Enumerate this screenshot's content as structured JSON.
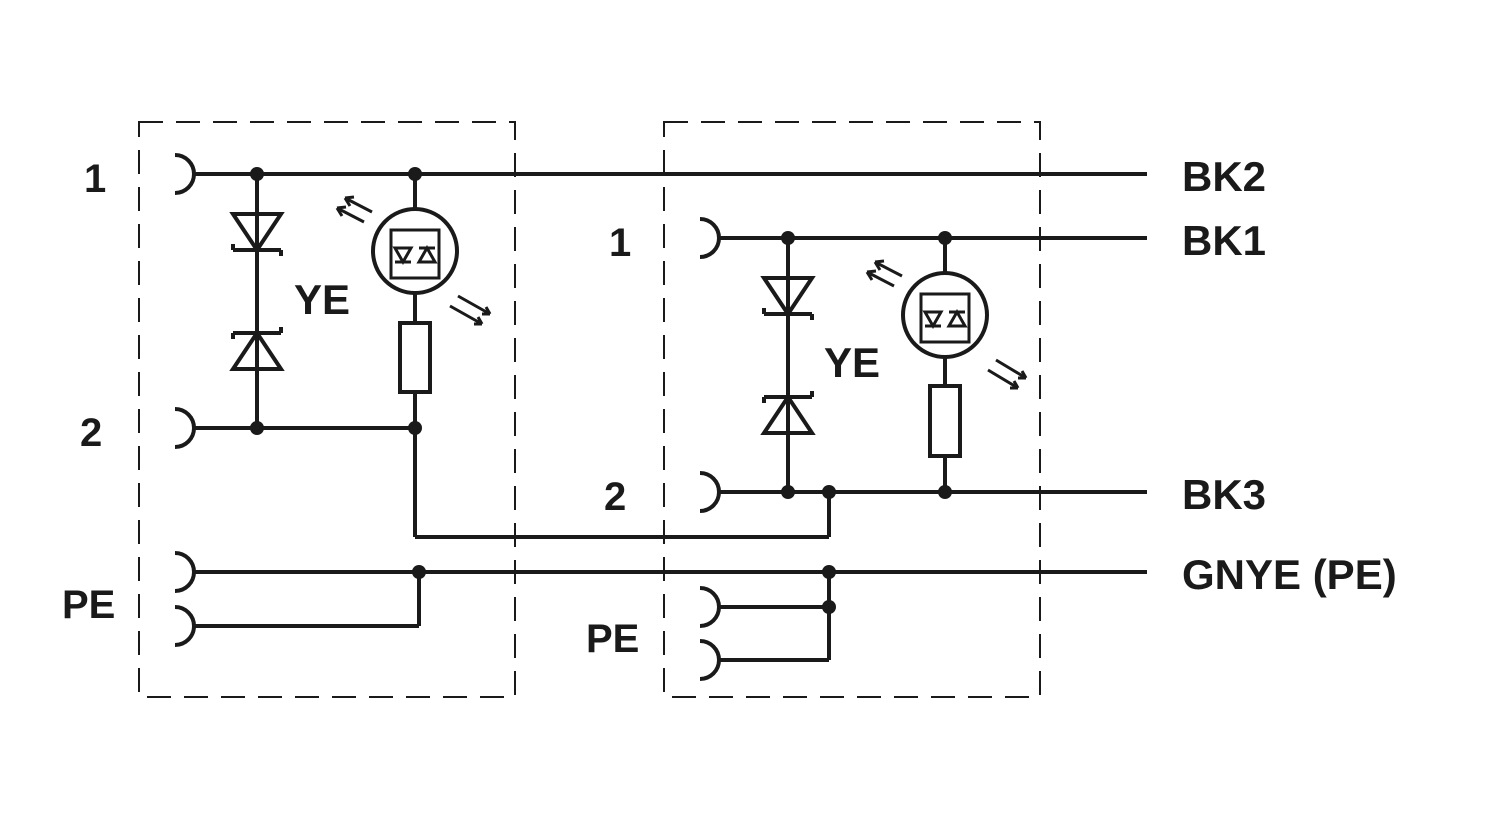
{
  "colors": {
    "ink": "#1a1a1a",
    "background": "#ffffff"
  },
  "left_module": {
    "pin1": "1",
    "pin2": "2",
    "pe": "PE",
    "led_color": "YE"
  },
  "right_module": {
    "pin1": "1",
    "pin2": "2",
    "pe": "PE",
    "led_color": "YE"
  },
  "wires": {
    "bk2": "BK2",
    "bk1": "BK1",
    "bk3": "BK3",
    "gnye": "GNYE (PE)"
  }
}
